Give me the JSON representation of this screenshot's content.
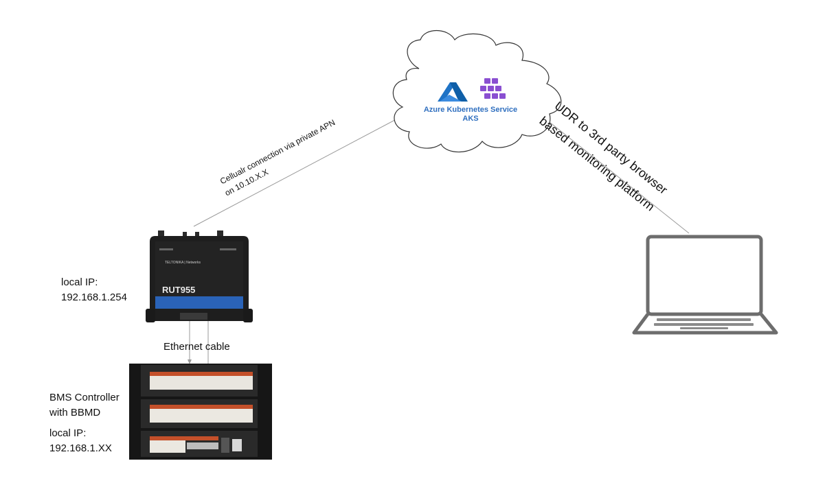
{
  "cloud": {
    "title_line1": "Azure Kubernetes Service",
    "title_line2": "AKS",
    "icons": [
      "azure-logo",
      "kubernetes-cubes"
    ]
  },
  "links": {
    "cellular_line1": "Cellualr connection via private APN",
    "cellular_line2": "on 10.10.X.X",
    "udr_line1": "UDR to 3rd party browser",
    "udr_line2": "based monitoring platform",
    "ethernet": "Ethernet cable"
  },
  "router": {
    "model": "RUT955",
    "brand": "TELTONIKA | Networks",
    "ip_label": "local IP:",
    "ip_value": "192.168.1.254"
  },
  "controller": {
    "name_line1": "BMS Controller",
    "name_line2": "with BBMD",
    "ip_label": "local IP:",
    "ip_value": "192.168.1.XX"
  },
  "laptop": {
    "icon": "laptop-icon"
  },
  "colors": {
    "azure_blue": "#1f73c6",
    "k8s_purple": "#8a4fd1",
    "router_blue": "#2a63b8",
    "router_body": "#1e1e1e",
    "laptop_gray": "#6d6d6d"
  }
}
